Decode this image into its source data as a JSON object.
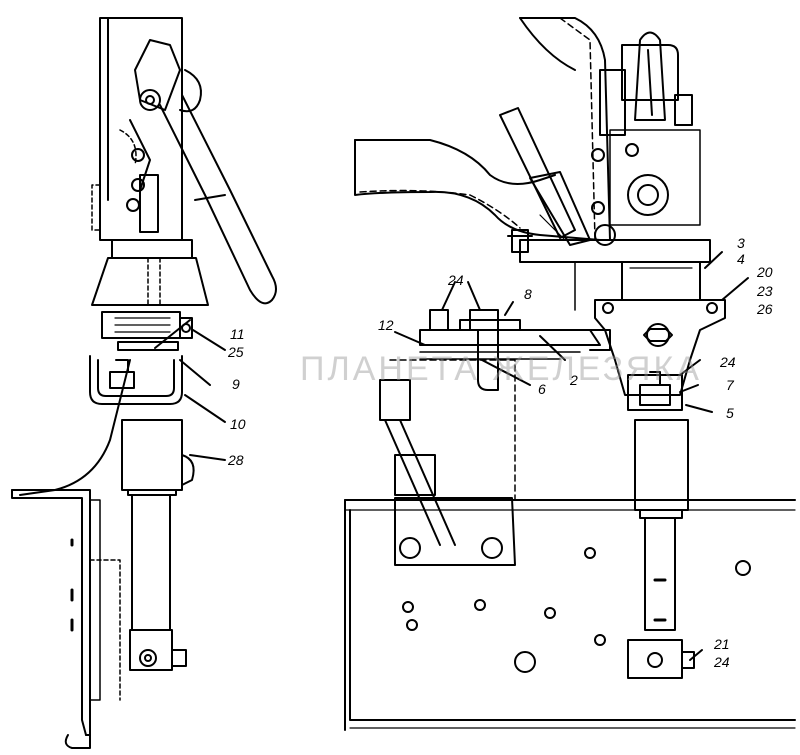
{
  "watermark": "ПЛАНЕТА ЖЕЛЕЗЯКА",
  "callouts": {
    "c11": "11",
    "c25": "25",
    "c9": "9",
    "c10": "10",
    "c28": "28",
    "c24a": "24",
    "c8": "8",
    "c12": "12",
    "c6": "6",
    "c2": "2",
    "c3": "3",
    "c4": "4",
    "c20": "20",
    "c23": "23",
    "c26": "26",
    "c24b": "24",
    "c7": "7",
    "c5": "5",
    "c21": "21",
    "c24c": "24"
  },
  "colors": {
    "line": "#000000",
    "watermark": "#969696"
  }
}
